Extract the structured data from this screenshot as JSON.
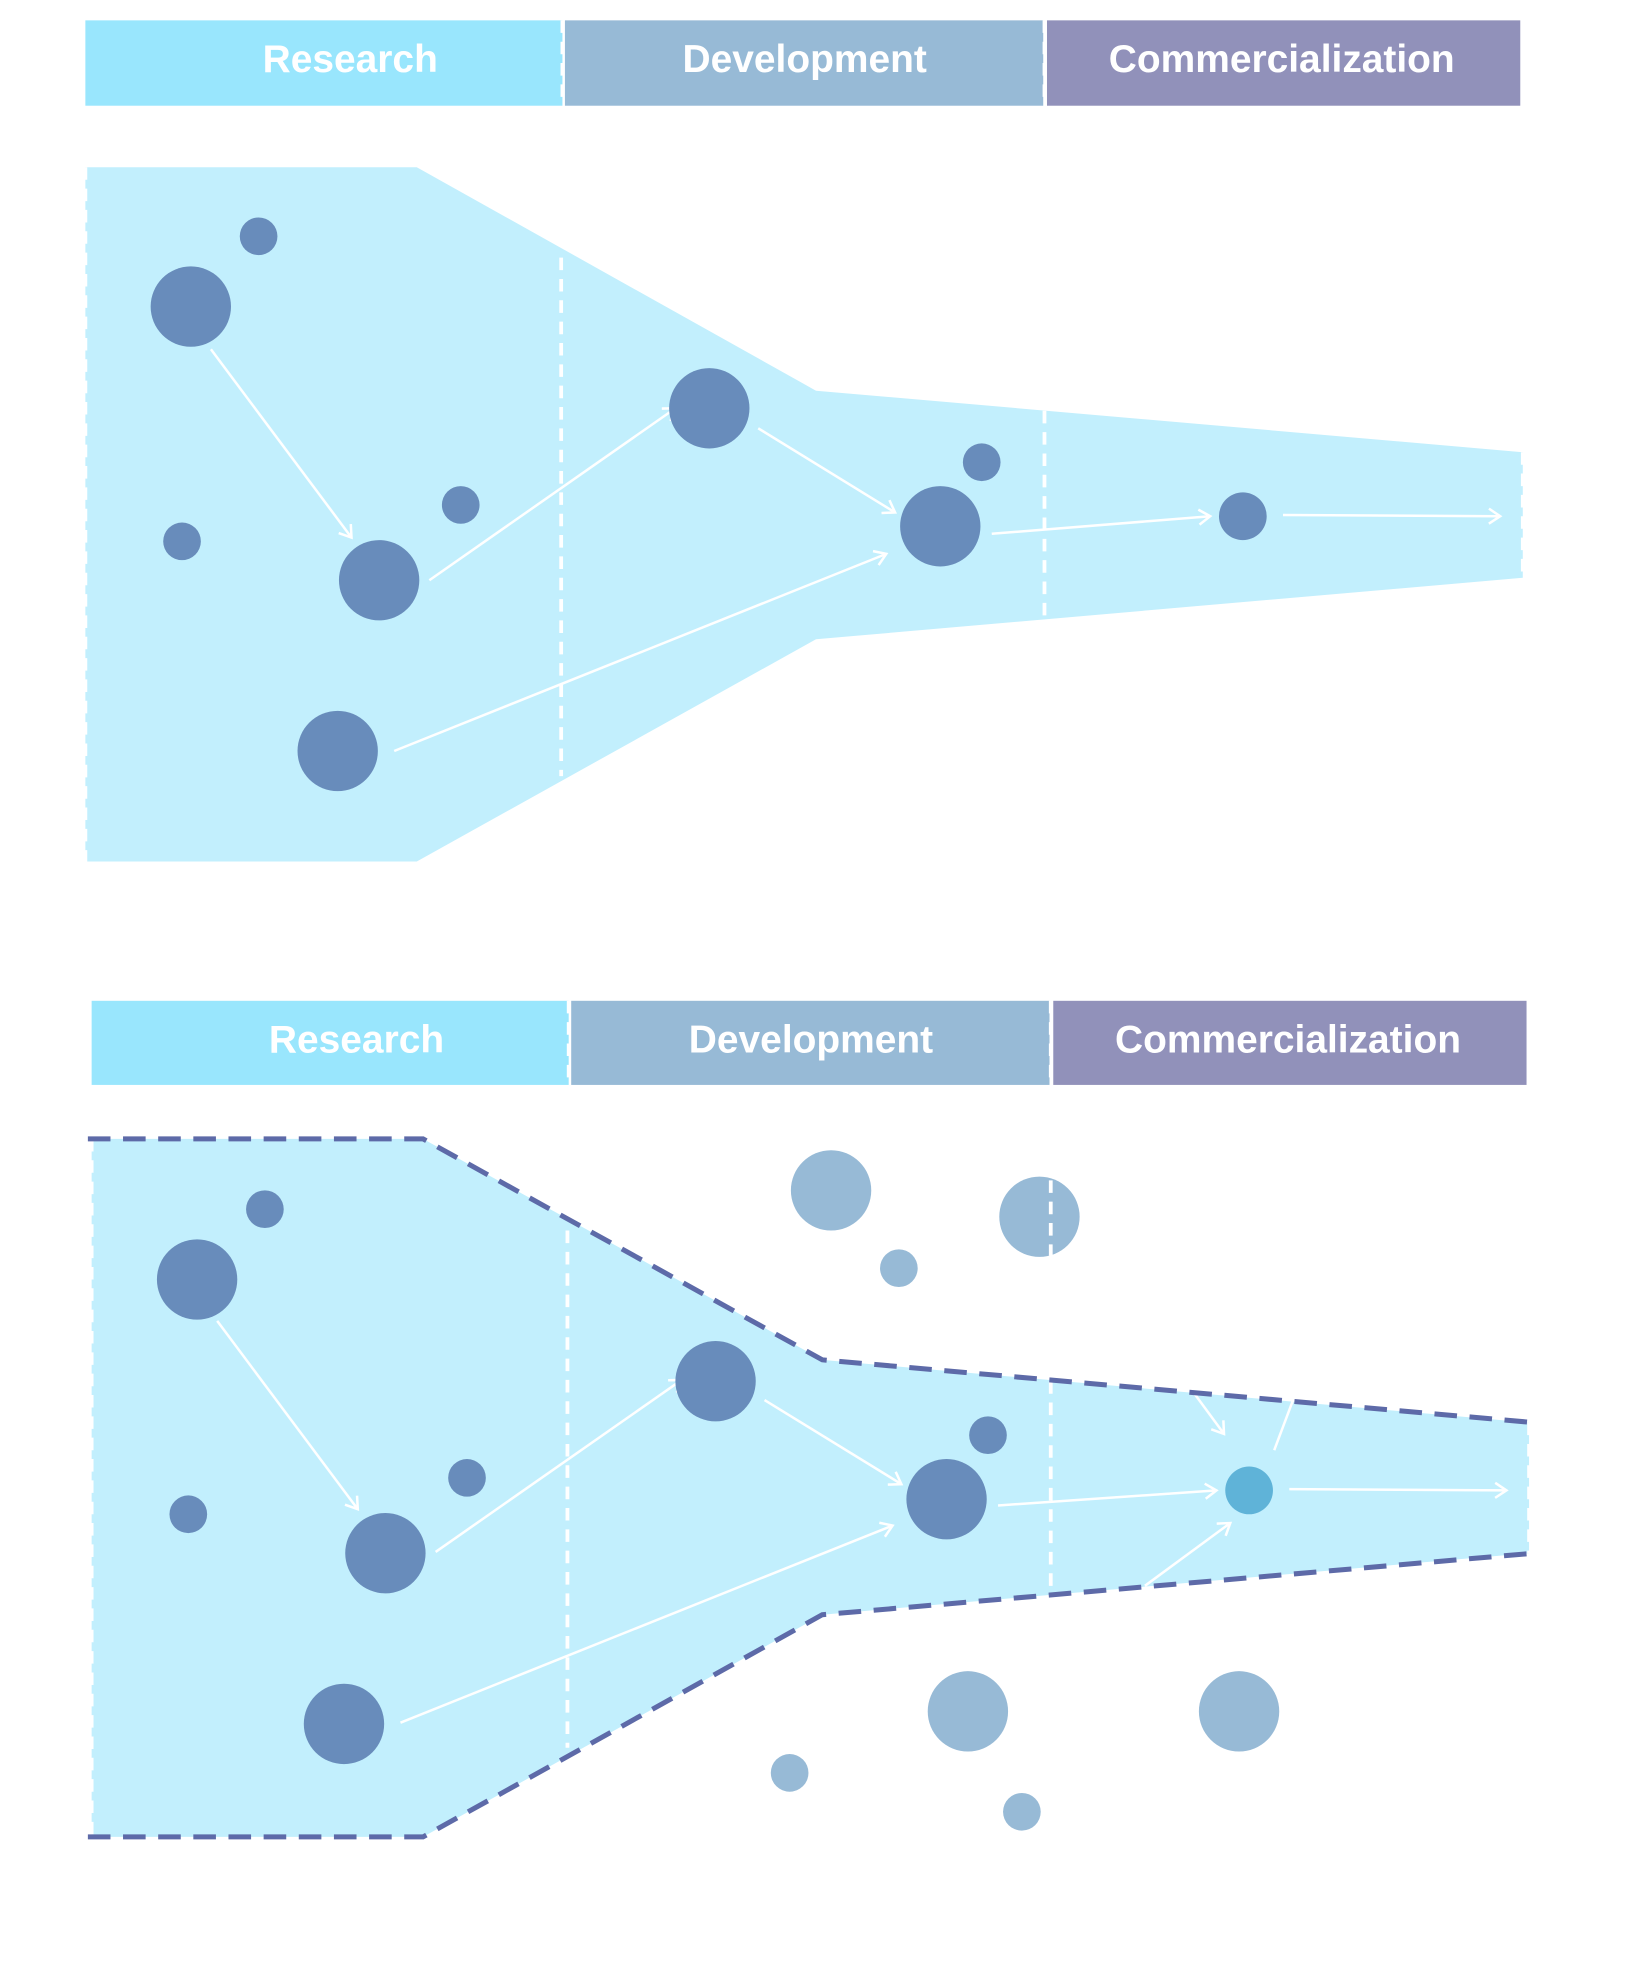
{
  "top": {
    "phases": [
      {
        "label": "Research",
        "color": "#99e6fd"
      },
      {
        "label": "Development",
        "color": "#97bad6"
      },
      {
        "label": "Commercialization",
        "color": "#9191ba"
      }
    ]
  },
  "bottom": {
    "phases": [
      {
        "label": "Research",
        "color": "#99e6fd"
      },
      {
        "label": "Development",
        "color": "#97bad6"
      },
      {
        "label": "Commercialization",
        "color": "#9191ba"
      }
    ]
  },
  "colors": {
    "funnel_fill": "#c2effd",
    "project_node": "#688cbb",
    "external_node": "#97bad6",
    "highlight_node": "#5fb3d8",
    "boundary": "#5d6aa8"
  }
}
